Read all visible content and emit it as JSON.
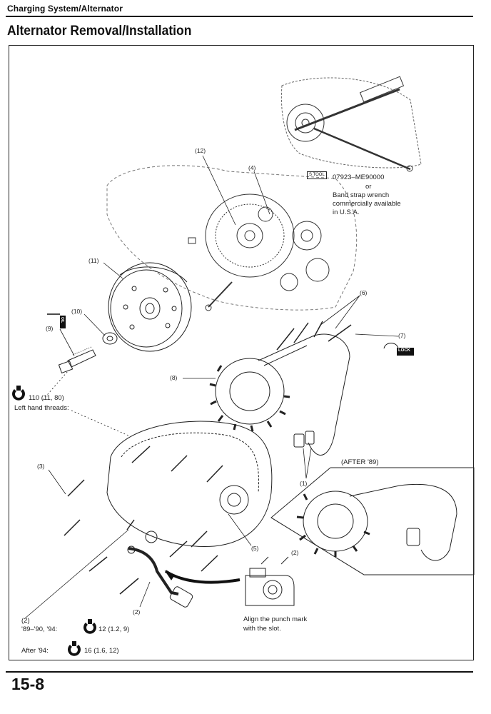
{
  "header": {
    "section_title": "Charging System/Alternator",
    "page_heading": "Alternator Removal/Installation"
  },
  "tool": {
    "badge": "S TOOL",
    "part_number": "07923–ME90000",
    "or": "or",
    "line1": "Band strap wrench",
    "line2": "commercially available",
    "line3": "in U.S.A."
  },
  "callouts": {
    "c1": "(1)",
    "c2_upper": "(2)",
    "c2_lower": "(2)",
    "c2_torque": "(2)",
    "c3": "(3)",
    "c4": "(4)",
    "c5": "(5)",
    "c6": "(6)",
    "c7": "(7)",
    "c8": "(8)",
    "c9": "(9)",
    "c10": "(10)",
    "c11": "(11)",
    "c12": "(12)"
  },
  "torque": {
    "flywheel_value": "110 (11, 80)",
    "flywheel_note": "Left hand threads:",
    "bolt_years": "'89–'90, '94:",
    "bolt_value": "12 (1.2, 9)",
    "after94_label": "After '94:",
    "after94_value": "16 (1.6, 12)"
  },
  "inset": {
    "after89": "(AFTER '89)"
  },
  "align": {
    "line1": "Align the punch mark",
    "line2": "with the slot."
  },
  "badges": {
    "lock": "LOCK",
    "oil": "OIL"
  },
  "footer": {
    "page_number": "15-8"
  }
}
